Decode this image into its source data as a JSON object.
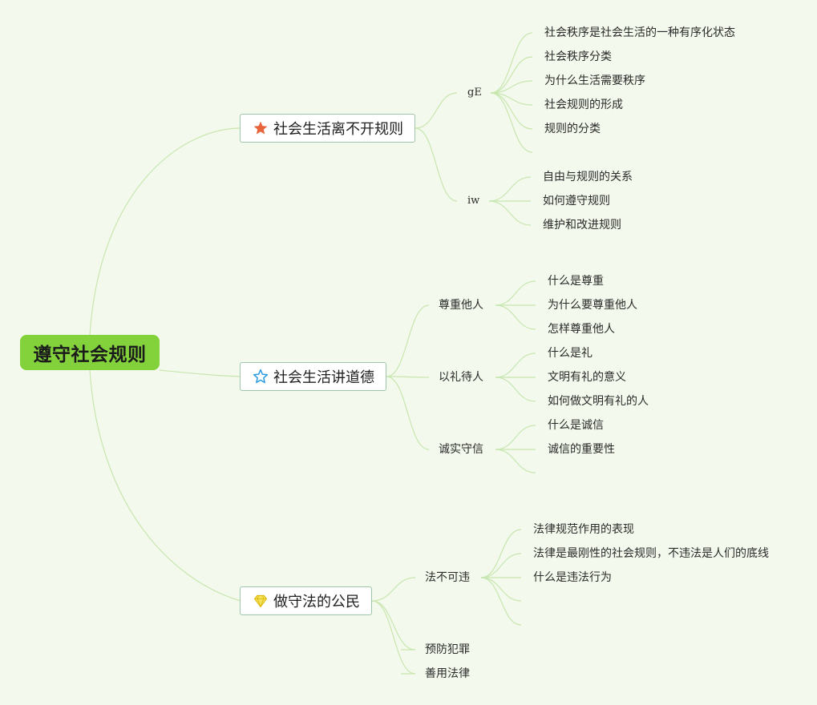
{
  "root": {
    "label": "遵守社会规则"
  },
  "branches": [
    {
      "label": "社会生活离不开规则",
      "icon": "star-filled-icon",
      "icon_color": "#e8643a",
      "children": [
        {
          "label": "gE",
          "leaves": [
            "社会秩序是社会生活的一种有序化状态",
            "社会秩序分类",
            "为什么生活需要秩序",
            "社会规则的形成",
            "规则的分类",
            ""
          ]
        },
        {
          "label": "iw",
          "leaves": [
            "自由与规则的关系",
            "如何遵守规则",
            "维护和改进规则"
          ]
        }
      ]
    },
    {
      "label": "社会生活讲道德",
      "icon": "star-outline-icon",
      "icon_color": "#2a9be0",
      "children": [
        {
          "label": "尊重他人",
          "leaves": [
            "什么是尊重",
            "为什么要尊重他人",
            "怎样尊重他人"
          ]
        },
        {
          "label": "以礼待人",
          "leaves": [
            "什么是礼",
            "文明有礼的意义",
            "如何做文明有礼的人"
          ]
        },
        {
          "label": "诚实守信",
          "leaves": [
            "什么是诚信",
            "诚信的重要性",
            ""
          ]
        }
      ]
    },
    {
      "label": "做守法的公民",
      "icon": "diamond-icon",
      "icon_color": "#f2d22b",
      "children": [
        {
          "label": "法不可违",
          "leaves": [
            "法律规范作用的表现",
            "法律是最刚性的社会规则，不违法是人们的底线",
            "什么是违法行为",
            "",
            ""
          ]
        },
        {
          "label": "预防犯罪",
          "leaves": []
        },
        {
          "label": "善用法律",
          "leaves": []
        }
      ]
    }
  ],
  "colors": {
    "background": "#f3f9ec",
    "root_fill": "#83d23c",
    "branch_border": "#9fc5ab",
    "connector": "#c8e6b0"
  }
}
